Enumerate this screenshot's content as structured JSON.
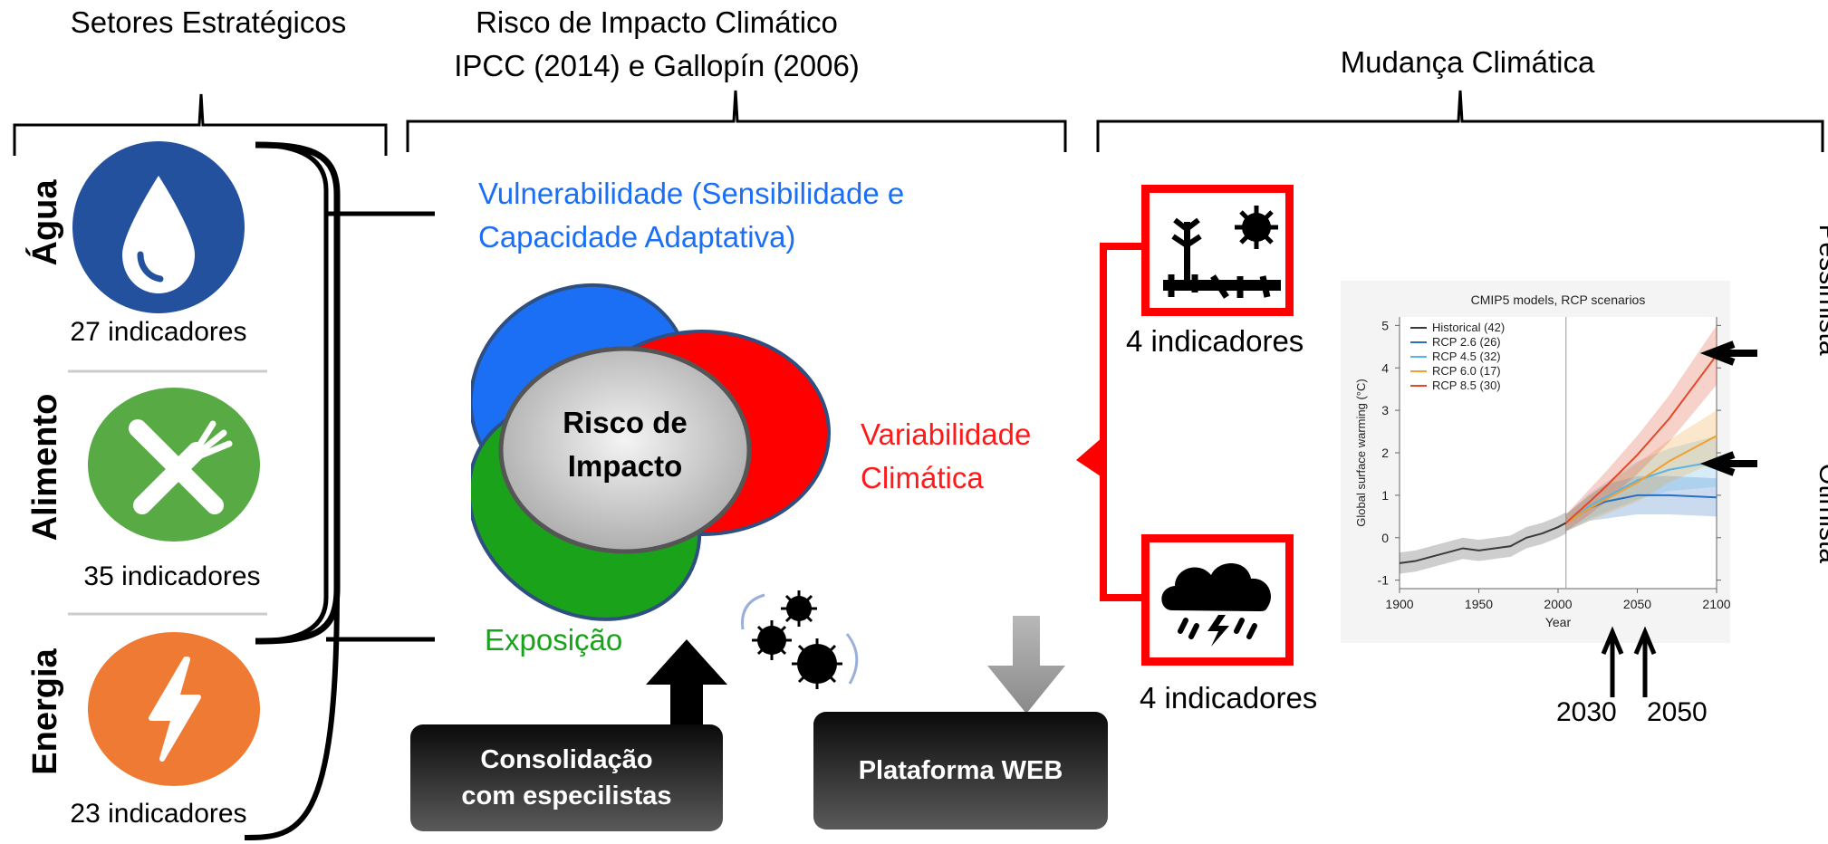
{
  "headers": {
    "sectors": "Setores Estratégicos",
    "risk_line1": "Risco de Impacto Climático",
    "risk_line2": "IPCC (2014) e Gallopín (2006)",
    "climate": "Mudança Climática"
  },
  "sectors": [
    {
      "name": "Água",
      "count": "27 indicadores",
      "color": "#23519e",
      "icon": "water-drop-icon"
    },
    {
      "name": "Alimento",
      "count": "35 indicadores",
      "color": "#57aa44",
      "icon": "fork-knife-icon"
    },
    {
      "name": "Energia",
      "count": "23 indicadores",
      "color": "#ee7a34",
      "icon": "lightning-icon"
    }
  ],
  "risk": {
    "vulnerability_line1": "Vulnerabilidade (Sensibilidade e",
    "vulnerability_line2": "Capacidade Adaptativa)",
    "center_line1": "Risco de",
    "center_line2": "Impacto",
    "variability_line1": "Variabilidade",
    "variability_line2": "Climática",
    "exposure": "Exposição",
    "consolidation_line1": "Consolidação",
    "consolidation_line2": "com especilistas",
    "platform": "Plataforma WEB",
    "colors": {
      "vulnerability": "#1a6ff5",
      "variability": "#ff0000",
      "exposure": "#1aa21a"
    }
  },
  "climate_indicators": [
    {
      "count": "4 indicadores",
      "icon": "drought-icon"
    },
    {
      "count": "4 indicadores",
      "icon": "storm-cloud-icon"
    }
  ],
  "scenario_labels": {
    "pessimist": "Pessimista",
    "optimist": "Otimista",
    "year_a": "2030",
    "year_b": "2050"
  },
  "chart_data": {
    "type": "line",
    "title": "CMIP5 models, RCP scenarios",
    "xlabel": "Year",
    "ylabel": "Global surface warming (°C)",
    "xlim": [
      1900,
      2100
    ],
    "ylim": [
      -1.2,
      5.2
    ],
    "xticks": [
      1900,
      1950,
      2000,
      2050,
      2100
    ],
    "yticks": [
      -1,
      0,
      1,
      2,
      3,
      4,
      5
    ],
    "legend_position": "top-left",
    "series": [
      {
        "name": "Historical (42)",
        "color": "#3a3a3a",
        "x": [
          1900,
          1910,
          1920,
          1930,
          1940,
          1950,
          1960,
          1970,
          1980,
          1990,
          2000,
          2005
        ],
        "y": [
          -0.6,
          -0.55,
          -0.45,
          -0.35,
          -0.25,
          -0.3,
          -0.25,
          -0.2,
          0.0,
          0.1,
          0.25,
          0.35
        ],
        "band": [
          0.25,
          0.25,
          0.25,
          0.25,
          0.25,
          0.25,
          0.25,
          0.25,
          0.25,
          0.25,
          0.25,
          0.25
        ]
      },
      {
        "name": "RCP 2.6 (26)",
        "color": "#2b6fc2",
        "x": [
          2005,
          2020,
          2030,
          2050,
          2070,
          2100
        ],
        "y": [
          0.35,
          0.7,
          0.85,
          1.0,
          1.0,
          0.95
        ],
        "band": [
          0.2,
          0.3,
          0.4,
          0.45,
          0.45,
          0.45
        ]
      },
      {
        "name": "RCP 4.5 (32)",
        "color": "#5ab4e6",
        "x": [
          2005,
          2020,
          2030,
          2050,
          2070,
          2100
        ],
        "y": [
          0.35,
          0.75,
          0.95,
          1.35,
          1.6,
          1.8
        ],
        "band": [
          0.2,
          0.3,
          0.35,
          0.45,
          0.5,
          0.6
        ]
      },
      {
        "name": "RCP 6.0 (17)",
        "color": "#f0a030",
        "x": [
          2005,
          2020,
          2030,
          2050,
          2070,
          2100
        ],
        "y": [
          0.35,
          0.7,
          0.9,
          1.3,
          1.8,
          2.4
        ],
        "band": [
          0.2,
          0.3,
          0.35,
          0.45,
          0.5,
          0.6
        ]
      },
      {
        "name": "RCP 8.5 (30)",
        "color": "#e04a2a",
        "x": [
          2005,
          2020,
          2030,
          2050,
          2070,
          2100
        ],
        "y": [
          0.35,
          0.85,
          1.2,
          1.95,
          2.8,
          4.3
        ],
        "band": [
          0.2,
          0.3,
          0.35,
          0.45,
          0.55,
          0.7
        ]
      }
    ]
  }
}
